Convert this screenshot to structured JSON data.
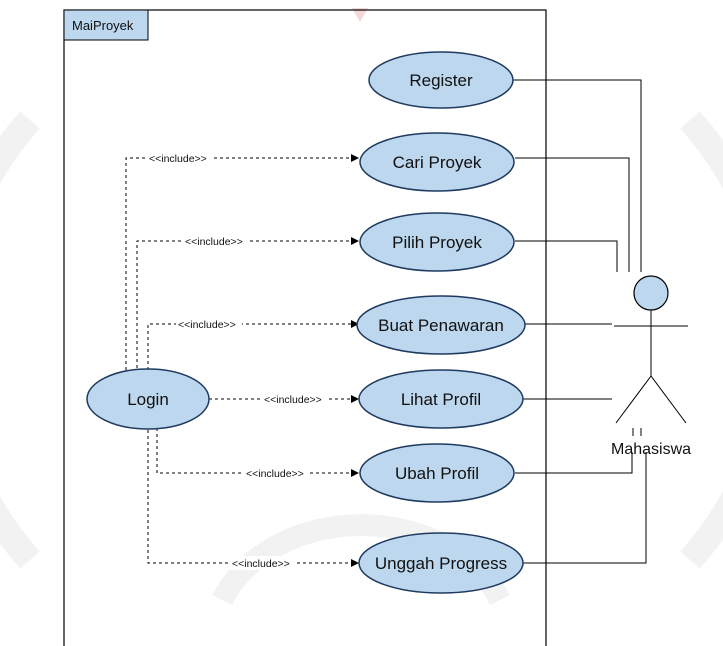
{
  "system": {
    "name": "MaiProyek"
  },
  "actor": {
    "name": "Mahasiswa"
  },
  "use_cases": [
    {
      "id": "register",
      "label": "Register"
    },
    {
      "id": "cari-proyek",
      "label": "Cari Proyek"
    },
    {
      "id": "pilih-proyek",
      "label": "Pilih Proyek"
    },
    {
      "id": "buat-penawaran",
      "label": "Buat Penawaran"
    },
    {
      "id": "lihat-profil",
      "label": "Lihat Profil"
    },
    {
      "id": "ubah-profil",
      "label": "Ubah Profil"
    },
    {
      "id": "unggah-progress",
      "label": "Unggah Progress"
    },
    {
      "id": "login",
      "label": "Login"
    }
  ],
  "includes": [
    {
      "from": "login",
      "to": "cari-proyek",
      "label": "<<include>>"
    },
    {
      "from": "login",
      "to": "pilih-proyek",
      "label": "<<include>>"
    },
    {
      "from": "login",
      "to": "buat-penawaran",
      "label": "<<include>>"
    },
    {
      "from": "login",
      "to": "lihat-profil",
      "label": "<<include>>"
    },
    {
      "from": "login",
      "to": "ubah-profil",
      "label": "<<include>>"
    },
    {
      "from": "login",
      "to": "unggah-progress",
      "label": "<<include>>"
    }
  ],
  "colors": {
    "use_case_fill": "#bdd7ee",
    "use_case_stroke": "#1f3a5f",
    "actor_head_fill": "#bdd7ee",
    "tab_fill": "#bdd7ee",
    "watermark": "#f2f2f2",
    "watermark_accent": "#f4d6d6"
  }
}
